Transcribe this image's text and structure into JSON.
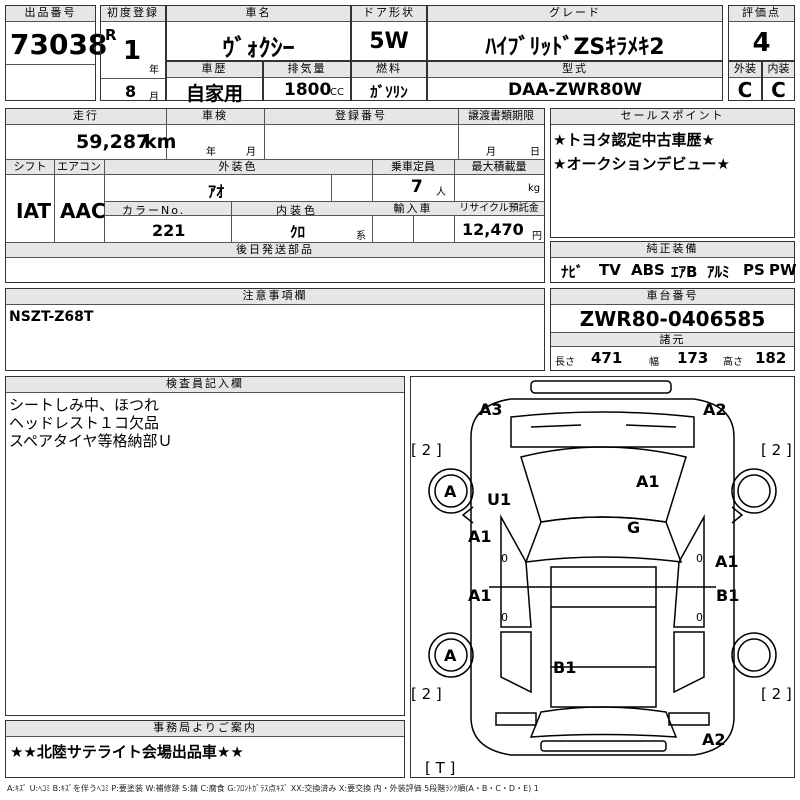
{
  "header": {
    "lot_label": "出品番号",
    "lot_no": "73038",
    "reg_label": "初度登録",
    "era": "R",
    "reg_year": "1",
    "year_unit": "年",
    "reg_month": "8",
    "month_unit": "月",
    "car_name_label": "車名",
    "car_name": "ｳﾞｫｸｼｰ",
    "doors_label": "ドア形状",
    "doors": "5W",
    "grade_label": "グレード",
    "grade": "ﾊｲﾌﾞﾘｯﾄﾞZSｷﾗﾒｷ2",
    "score_label": "評価点",
    "score": "4",
    "history_label": "車歴",
    "history": "自家用",
    "displacement_label": "排気量",
    "displacement": "1800",
    "cc": "CC",
    "fuel_label": "燃料",
    "fuel": "ｶﾞｿﾘﾝ",
    "model_label": "型式",
    "model": "DAA-ZWR80W",
    "ext_label": "外装",
    "ext": "C",
    "int_label": "内装",
    "int": "C"
  },
  "info": {
    "mileage_label": "走行",
    "mileage": "59,287",
    "km": "km",
    "shaken_label": "車検",
    "year_unit": "年",
    "month_unit": "月",
    "plate_label": "登録番号",
    "transfer_label": "譲渡書類期限",
    "day_unit": "日",
    "shift_label": "シフト",
    "shift": "IAT",
    "ac_label": "エアコン",
    "ac": "AAC",
    "color_label": "外装色",
    "color": "ｱｵ",
    "capacity_label": "乗車定員",
    "capacity": "7",
    "person_unit": "人",
    "load_label": "最大積載量",
    "kg": "kg",
    "color_no_label": "カラーNo.",
    "color_no": "221",
    "int_color_label": "内装色",
    "int_color": "ｸﾛ",
    "int_suffix": "系",
    "import_label": "輸入車",
    "recycle_label": "リサイクル預託金",
    "recycle": "12,470",
    "yen": "円",
    "later_parts_label": "後日発送部品"
  },
  "sales": {
    "label": "セールスポイント",
    "points": [
      "★トヨタ認定中古車歴★",
      "★オークションデビュー★"
    ]
  },
  "equipment": {
    "label": "純正装備",
    "items": [
      "ﾅﾋﾞ",
      "TV",
      "ABS",
      "ｴｱB",
      "ｱﾙﾐ",
      "PS",
      "PW"
    ]
  },
  "caution": {
    "label": "注意事項欄",
    "text": "NSZT-Z68T"
  },
  "chassis": {
    "label": "車台番号",
    "value": "ZWR80-0406585",
    "spec_label": "諸元",
    "length_label": "長さ",
    "length": "471",
    "width_label": "幅",
    "width": "173",
    "height_label": "高さ",
    "height": "182"
  },
  "inspector": {
    "label": "検査員記入欄",
    "lines": [
      "シートしみ中、ほつれ",
      "ヘッドレスト１コ欠品",
      "スペアタイヤ等格納部Ｕ"
    ]
  },
  "office": {
    "label": "事務局よりご案内",
    "text": "★★北陸サテライト会場出品車★★"
  },
  "diagram": {
    "tire_left_top": "[ 2 ]",
    "tire_right_top": "[ 2 ]",
    "tire_left_bottom": "[ 2 ]",
    "tire_right_bottom": "[ 2 ]",
    "spare": "[ T ]",
    "marks": {
      "a3_front_left": "A3",
      "a2_front_right": "A2",
      "a_wheel_fl": "A",
      "u1": "U1",
      "a1_bonnet": "A1",
      "g_windshield": "G",
      "a1_left_front_door": "A1",
      "a1_right_front_door": "A1",
      "a1_left_rear_door": "A1",
      "b1_right_rear_door": "B1",
      "a_wheel_rl": "A",
      "b1_rear": "B1",
      "a2_rear_bumper": "A2",
      "zero_1": "0",
      "zero_2": "0",
      "zero_3": "0",
      "zero_4": "0"
    }
  },
  "legend": "A:ｷｽﾞ  U:ﾍｺﾐ  B:ｷｽﾞを伴うﾍｺﾐ  P:要塗装  W:補修跡  S:錆  C:腐食  G:ﾌﾛﾝﾄｶﾞﾗｽ点ｷｽﾞ  XX:交換済み  X:要交換  内・外装評価  5段階ﾗﾝｸ順(A・B・C・D・E) 1"
}
